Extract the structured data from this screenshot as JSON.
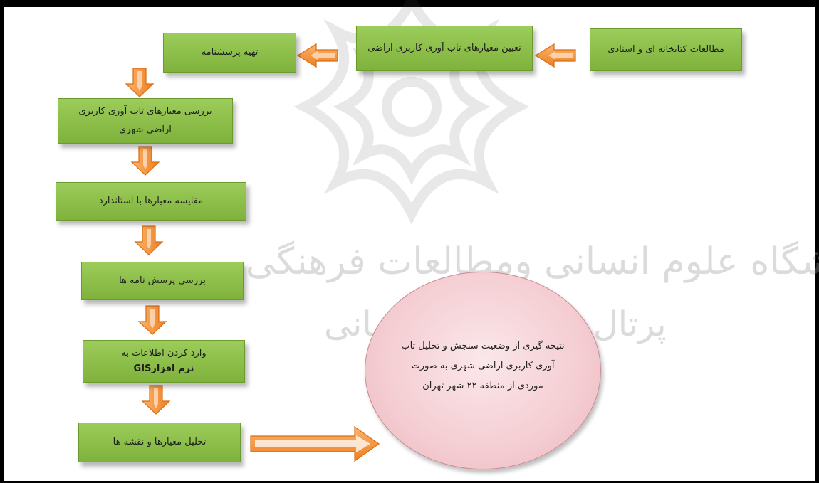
{
  "flowchart": {
    "box_library": "مطالعات کتابخانه ای و اسنادی",
    "box_criteria": "تعیین معیارهای تاب آوری کاربری اراضی",
    "box_questionnaire": "تهیه پرسشنامه",
    "box_review_criteria": "بررسی معیارهای تاب آوری کاربری اراضی شهری",
    "box_compare": "مقایسه معیارها با استاندارد",
    "box_review_questionnaires": "بررسی پرسش نامه ها",
    "box_enter_data_line1": "وارد کردن اطلاعات به",
    "box_enter_data_line2": "نرم افزارGIS",
    "box_analysis": "تحلیل معیارها و نقشه ها",
    "conclusion": "نتیجه گیری از وضعیت سنجش و تحلیل تاب آوری کاربری اراضی شهری به صورت موردی از منطقه ۲۲ شهر تهران"
  },
  "watermark": {
    "line1": "پژوهشگاه علوم انسانی ومطالعات فرهنگی",
    "line2": "پرتال جامع علوم انسانی"
  },
  "colors": {
    "box_fill": "#8cbf4a",
    "arrow_fill": "#f7943a",
    "ellipse_fill": "#f4cdd2"
  }
}
